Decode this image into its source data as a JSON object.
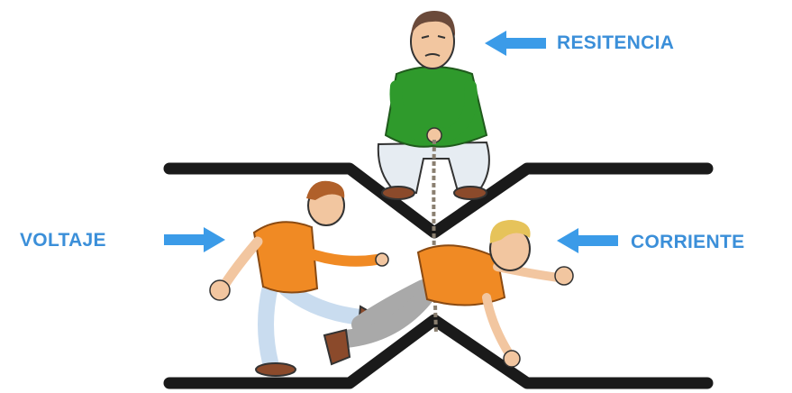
{
  "labels": {
    "resistance": "RESITENCIA",
    "voltage": "VOLTAJE",
    "current": "CORRIENTE"
  },
  "colors": {
    "label_text": "#3b8fd9",
    "arrow": "#3b9be8",
    "pipe": "#1a1a1a",
    "rope": "#8a7f70",
    "resistor_shirt": "#2f9a2c",
    "resistor_pants": "#e6ecf2",
    "runner_shirt": "#f08a24",
    "voltage_pants": "#c9dcef",
    "current_pants": "#a9a9a9",
    "skin": "#f2c6a0",
    "shoes": "#8b4a2b",
    "hair_voltage": "#b0602a",
    "hair_current": "#e6c35a",
    "hair_resistor": "#6b4a3a"
  },
  "figures": {
    "top": "resistor-man-icon",
    "left": "voltage-man-icon",
    "right": "current-man-icon"
  }
}
